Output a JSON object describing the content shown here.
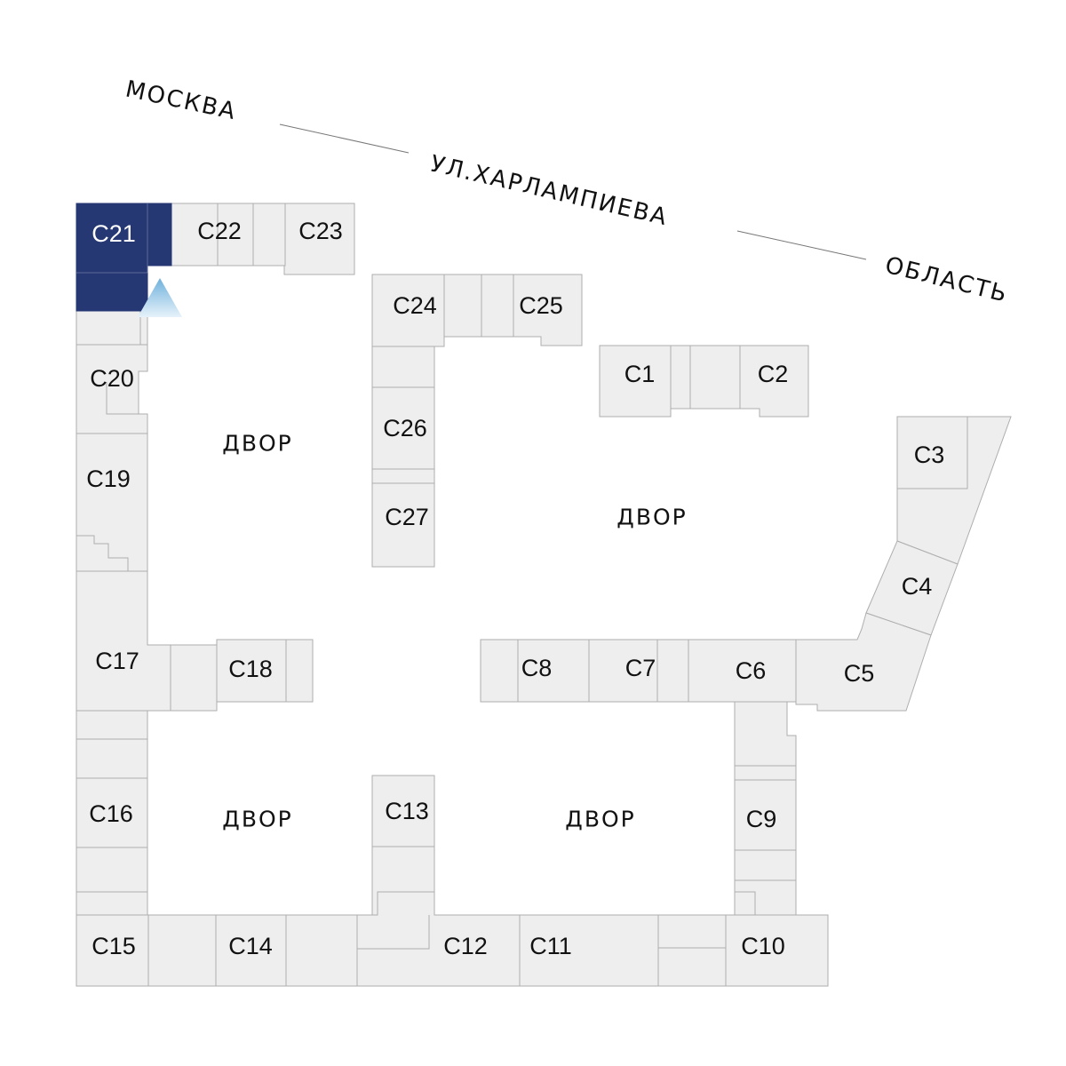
{
  "streets": {
    "moscow": "МОСКВА",
    "street_name": "УЛ.ХАРЛАМПИЕВА",
    "region": "ОБЛАСТЬ"
  },
  "yards": {
    "nw": "ДВОР",
    "ne": "ДВОР",
    "sw": "ДВОР",
    "se": "ДВОР"
  },
  "units": {
    "c1": "С1",
    "c2": "С2",
    "c3": "С3",
    "c4": "С4",
    "c5": "С5",
    "c6": "С6",
    "c7": "С7",
    "c8": "С8",
    "c9": "С9",
    "c10": "С10",
    "c11": "С11",
    "c12": "С12",
    "c13": "С13",
    "c14": "С14",
    "c15": "С15",
    "c16": "С16",
    "c17": "С17",
    "c18": "С18",
    "c19": "С19",
    "c20": "С20",
    "c21": "С21",
    "c22": "С22",
    "c23": "С23",
    "c24": "С24",
    "c25": "С25",
    "c26": "С26",
    "c27": "С27"
  },
  "selected_unit": "С21",
  "colors": {
    "selected": "#263874",
    "building": "#eeeeee",
    "outline": "#aeaeae",
    "viewpoint": "#8fc3e3"
  }
}
